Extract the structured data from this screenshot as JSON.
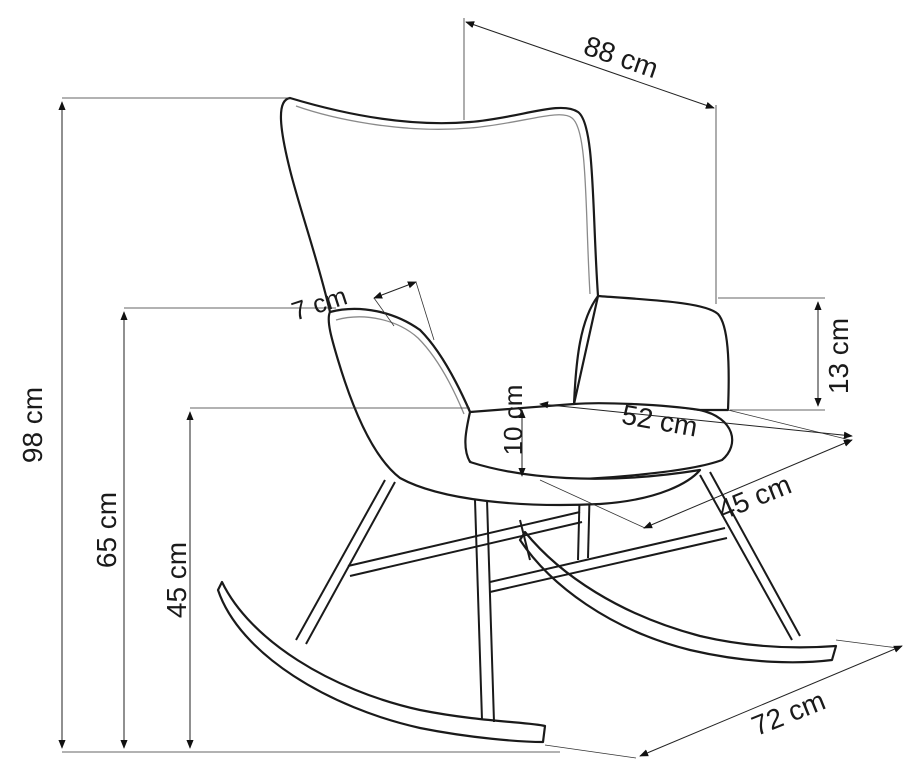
{
  "diagram": {
    "dimensions": {
      "width": "88 cm",
      "total_height": "98 cm",
      "armrest_height": "65 cm",
      "seat_height": "45 cm",
      "armrest_width": "7 cm",
      "armrest_above_seat": "13 cm",
      "seat_cushion": "10 cm",
      "seat_width": "52 cm",
      "seat_depth": "45 cm",
      "depth": "72 cm"
    }
  }
}
